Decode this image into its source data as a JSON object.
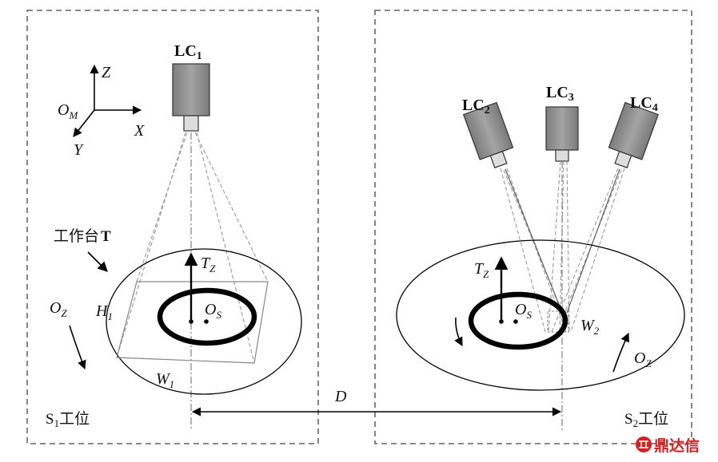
{
  "cameras": {
    "lc1": {
      "label": "LC",
      "sub": "1"
    },
    "lc2": {
      "label": "LC",
      "sub": "2"
    },
    "lc3": {
      "label": "LC",
      "sub": "3"
    },
    "lc4": {
      "label": "LC",
      "sub": "4"
    }
  },
  "axes": {
    "z": "Z",
    "x": "X",
    "y": "Y",
    "origin": "O",
    "origin_sub": "M"
  },
  "station1": {
    "workbench": "工作台",
    "workbench_mark": "T",
    "tz": "T",
    "tz_sub": "Z",
    "h1": "H",
    "h1_sub": "1",
    "os": "O",
    "os_sub": "S",
    "oz": "O",
    "oz_sub": "Z",
    "w1": "W",
    "w1_sub": "1",
    "name": "S",
    "name_sub": "1",
    "name_suffix": "工位"
  },
  "station2": {
    "tz": "T",
    "tz_sub": "Z",
    "os": "O",
    "os_sub": "S",
    "w2": "W",
    "w2_sub": "2",
    "oz": "O",
    "oz_sub": "Z",
    "name": "S",
    "name_sub": "2",
    "name_suffix": "工位"
  },
  "distance": "D",
  "watermark": "鼎达信"
}
